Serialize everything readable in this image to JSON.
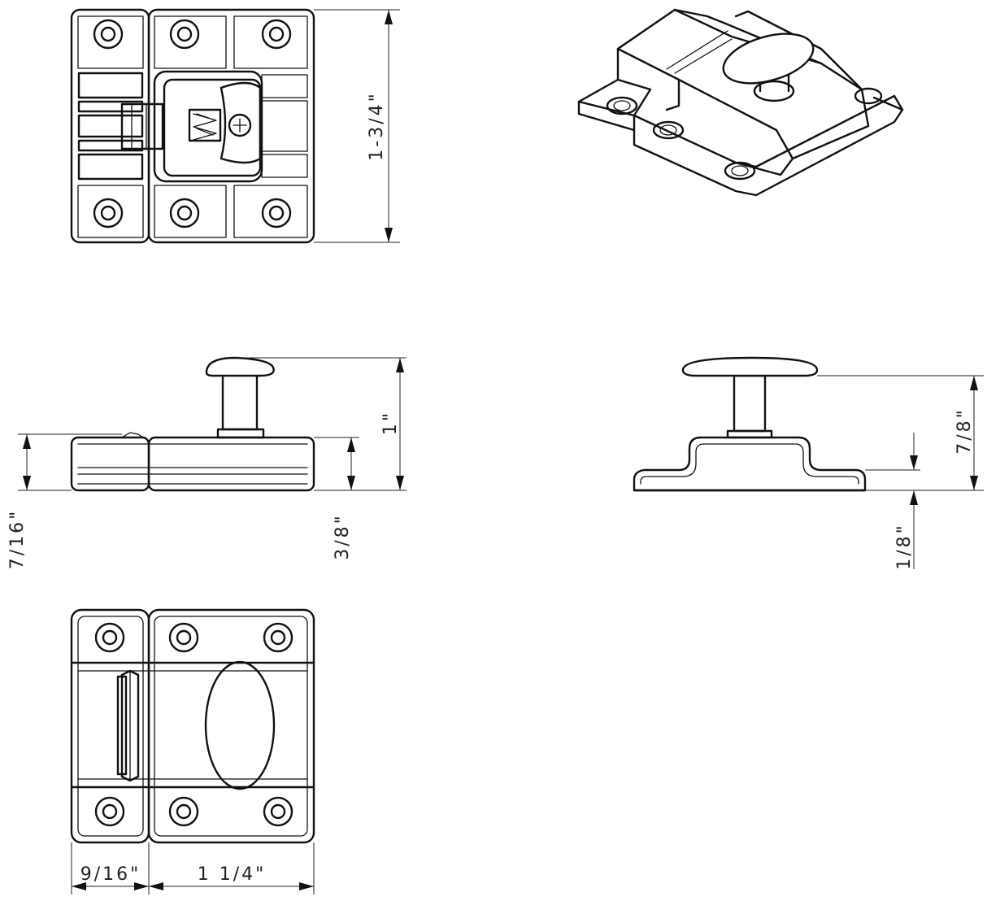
{
  "dimensions": {
    "top_height": "1-3/4\"",
    "side_overall_height": "1\"",
    "side_left_height": "7/16\"",
    "side_body_height": "3/8\"",
    "end_overall_height": "7/8\"",
    "end_flange_height": "1/8\"",
    "bottom_left_width": "9/16\"",
    "bottom_right_width": "1 1/4\""
  },
  "views": [
    "top-view",
    "isometric-view",
    "side-view",
    "end-view",
    "bottom-view"
  ]
}
